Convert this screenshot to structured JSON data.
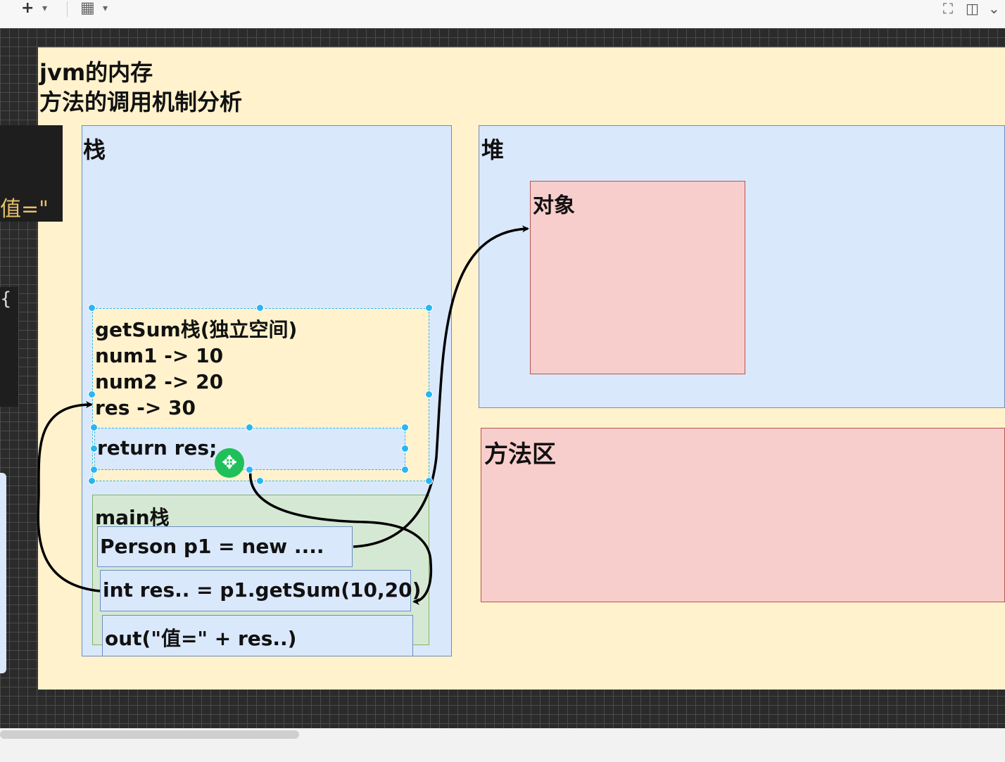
{
  "toolbar": {
    "add_icon": "+",
    "table_icon": "▦",
    "dropdown_icon": "▾",
    "fullscreen_icon": "⛶",
    "panel_icon": "◫",
    "collapse_icon": "⌄"
  },
  "diagram": {
    "title_line1": "jvm的内存",
    "title_line2": "方法的调用机制分析",
    "stack_label": "栈",
    "heap_label": "堆",
    "object_label": "对象",
    "method_area_label": "方法区",
    "getsum_lines": [
      "getSum栈(独立空间)",
      "num1 -> 10",
      "num2 -> 20",
      "res -> 30"
    ],
    "return_text": "return res;",
    "main_label": "main栈",
    "main_line1": "Person p1 = new ....",
    "main_line2": "int res.. = p1.getSum(10,20)",
    "main_line3": "out(\"值=\" + res..)",
    "side_text": "值=\"",
    "side_brace": "{",
    "move_icon": "✥"
  }
}
